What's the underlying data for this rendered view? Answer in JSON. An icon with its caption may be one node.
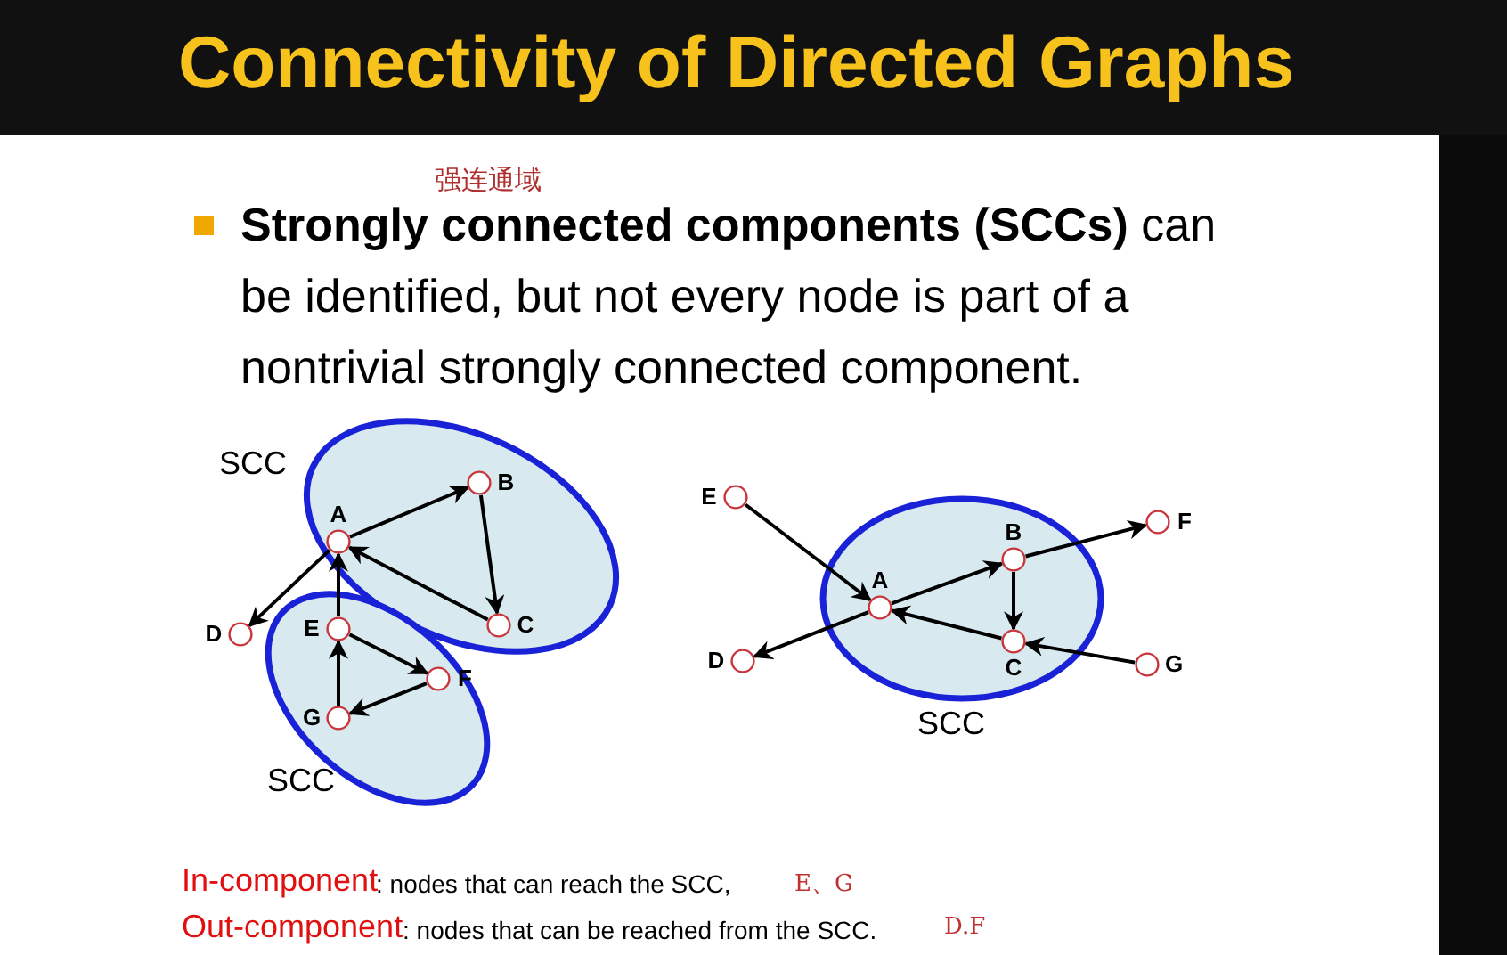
{
  "diagram": {
    "title": "Connectivity of Directed Graphs",
    "nodes": [
      {
        "text": [
          "SCC"
        ]
      },
      {
        "text": [
          "SCC"
        ]
      },
      {
        "text": [
          "A"
        ],
        "in": 0
      },
      {
        "text": [
          "B"
        ],
        "in": 0
      },
      {
        "text": [
          "C"
        ],
        "in": 0
      },
      {
        "text": [
          "D"
        ]
      },
      {
        "text": [
          "E"
        ],
        "in": 1
      },
      {
        "text": [
          "F"
        ],
        "in": 1
      },
      {
        "text": [
          "G"
        ],
        "in": 1
      },
      {
        "text": [
          "SCC"
        ]
      },
      {
        "text": [
          "E"
        ]
      },
      {
        "text": [
          "A"
        ],
        "in": 9
      },
      {
        "text": [
          "B"
        ],
        "in": 9
      },
      {
        "text": [
          "F"
        ]
      },
      {
        "text": [
          "D"
        ]
      },
      {
        "text": [
          "C"
        ],
        "in": 9
      },
      {
        "text": [
          "G"
        ]
      }
    ],
    "edges": [
      {
        "from": 2,
        "to": 3,
        "arrow": "to"
      },
      {
        "from": 3,
        "to": 4,
        "arrow": "to"
      },
      {
        "from": 4,
        "to": 2,
        "arrow": "to"
      },
      {
        "from": 2,
        "to": 5,
        "arrow": "to"
      },
      {
        "from": 6,
        "to": 2,
        "arrow": "to"
      },
      {
        "from": 6,
        "to": 7,
        "arrow": "to"
      },
      {
        "from": 7,
        "to": 8,
        "arrow": "to"
      },
      {
        "from": 8,
        "to": 6,
        "arrow": "to"
      },
      {
        "from": 10,
        "to": 11,
        "arrow": "to"
      },
      {
        "from": 11,
        "to": 12,
        "arrow": "to"
      },
      {
        "from": 12,
        "to": 15,
        "arrow": "to"
      },
      {
        "from": 15,
        "to": 11,
        "arrow": "to"
      },
      {
        "from": 12,
        "to": 13,
        "arrow": "to"
      },
      {
        "from": 11,
        "to": 14,
        "arrow": "to"
      },
      {
        "from": 16,
        "to": 15,
        "arrow": "to"
      }
    ],
    "labels": [
      "强连通域",
      "**Strongly connected components (SCCs)** can be identified, but not every node is part of a nontrivial strongly connected component.",
      "In-component",
      ": nodes that can reach the SCC,",
      "E、G",
      "Out-component",
      ": nodes that can be reached from the SCC.",
      "D.F"
    ]
  }
}
